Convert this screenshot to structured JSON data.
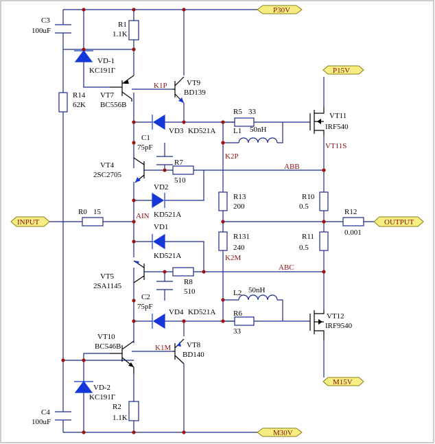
{
  "ports": {
    "p30v": "P30V",
    "p15v": "P15V",
    "input": "INPUT",
    "output": "OUTPUT",
    "m15v": "M15V",
    "m30v": "M30V"
  },
  "nets": {
    "k1p": "K1P",
    "k2p": "K2P",
    "k1m": "K1M",
    "k2m": "K2M",
    "ain": "AIN",
    "abb": "ABB",
    "abc": "ABC",
    "vt11s": "VT11S"
  },
  "components": {
    "c3": {
      "ref": "C3",
      "value": "100uF"
    },
    "c4": {
      "ref": "C4",
      "value": "100uF"
    },
    "c1": {
      "ref": "C1",
      "value": "75pF"
    },
    "c2": {
      "ref": "C2",
      "value": "75pF"
    },
    "r1": {
      "ref": "R1",
      "value": "1.1K"
    },
    "r2": {
      "ref": "R2",
      "value": "1.1K"
    },
    "r14": {
      "ref": "R14",
      "value": "62K"
    },
    "r0": {
      "ref": "R0",
      "value": "15"
    },
    "r5": {
      "ref": "R5",
      "value": "33"
    },
    "r6": {
      "ref": "R6",
      "value": "33"
    },
    "r7": {
      "ref": "R7",
      "value": "510"
    },
    "r8": {
      "ref": "R8",
      "value": "510"
    },
    "r13": {
      "ref": "R13",
      "value": "200"
    },
    "r131": {
      "ref": "R131",
      "value": "240"
    },
    "r10": {
      "ref": "R10",
      "value": "0.5"
    },
    "r11": {
      "ref": "R11",
      "value": "0.5"
    },
    "r12": {
      "ref": "R12",
      "value": "0.001"
    },
    "l1": {
      "ref": "L1",
      "value": "50nH"
    },
    "l2": {
      "ref": "L2",
      "value": "50nH"
    },
    "vd1": {
      "ref": "VD1",
      "value": "KD521A"
    },
    "vd2": {
      "ref": "VD2",
      "value": "KD521A"
    },
    "vd3": {
      "ref": "VD3",
      "value": "KD521A"
    },
    "vd4": {
      "ref": "VD4",
      "value": "KD521A"
    },
    "vd_1": {
      "ref": "VD-1",
      "value": "KC191Г"
    },
    "vd_2": {
      "ref": "VD-2",
      "value": "KC191Г"
    },
    "vt4": {
      "ref": "VT4",
      "value": "2SC2705"
    },
    "vt5": {
      "ref": "VT5",
      "value": "2SA1145"
    },
    "vt7": {
      "ref": "VT7",
      "value": "BC556B"
    },
    "vt8": {
      "ref": "VT8",
      "value": "BD140"
    },
    "vt9": {
      "ref": "VT9",
      "value": "BD139"
    },
    "vt10": {
      "ref": "VT10",
      "value": "BC546B"
    },
    "vt11": {
      "ref": "VT11",
      "value": "IRF540"
    },
    "vt12": {
      "ref": "VT12",
      "value": "IRF9540"
    }
  },
  "colors": {
    "wire": "#1a2a8c",
    "diode": "#1536d8",
    "junction": "#a01010",
    "port_fill": "#f6ee82",
    "net_label": "#8a1010"
  }
}
